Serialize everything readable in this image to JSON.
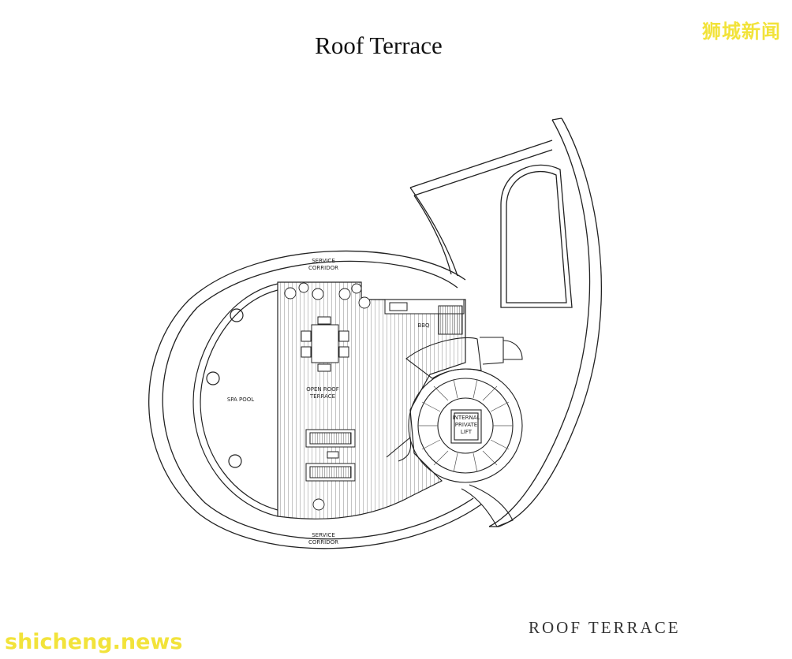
{
  "title": "Roof Terrace",
  "subtitle": "ROOF TERRACE",
  "watermark_top": "狮城新闻",
  "watermark_bottom": "shicheng.news",
  "labels": {
    "service_corridor_top_1": "SERVICE",
    "service_corridor_top_2": "CORRIDOR",
    "service_corridor_bottom_1": "SERVICE",
    "service_corridor_bottom_2": "CORRIDOR",
    "spa_pool": "SPA POOL",
    "open_roof_1": "OPEN ROOF",
    "open_roof_2": "TERRACE",
    "bbq": "BBQ",
    "lift_1": "INTERNAL",
    "lift_2": "PRIVATE",
    "lift_3": "LIFT"
  }
}
